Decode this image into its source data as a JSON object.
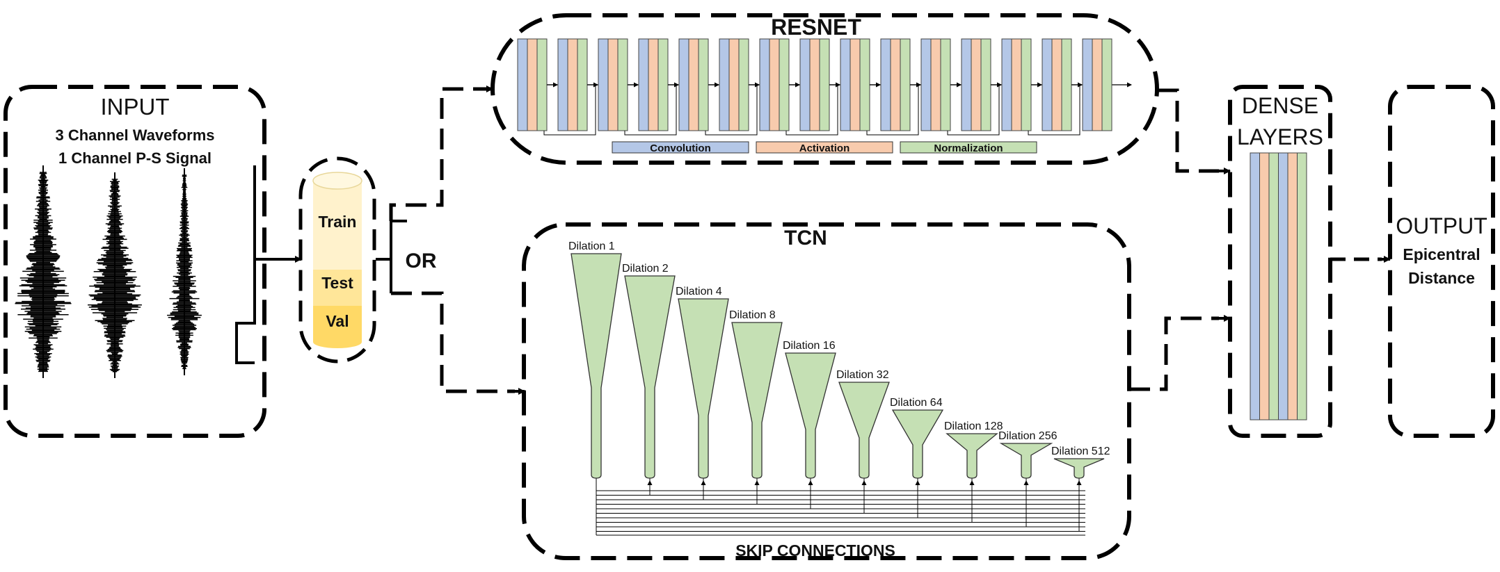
{
  "input": {
    "title": "INPUT",
    "line1": "3 Channel Waveforms",
    "line2": "1 Channel P-S Signal"
  },
  "dataset": {
    "splits": [
      "Train",
      "Test",
      "Val"
    ]
  },
  "or_label": "OR",
  "resnet": {
    "title": "RESNET",
    "block_count": 15,
    "legend": [
      "Convolution",
      "Activation",
      "Normalization"
    ]
  },
  "tcn": {
    "title": "TCN",
    "dilations": [
      "Dilation 1",
      "Dilation 2",
      "Dilation 4",
      "Dilation 8",
      "Dilation 16",
      "Dilation 32",
      "Dilation 64",
      "Dilation 128",
      "Dilation 256",
      "Dilation 512"
    ],
    "skip_label": "SKIP CONNECTIONS"
  },
  "dense": {
    "title_line1": "DENSE",
    "title_line2": "LAYERS"
  },
  "output": {
    "title": "OUTPUT",
    "line1": "Epicentral",
    "line2": "Distance"
  },
  "colors": {
    "convolution": "#b4c7e7",
    "activation": "#f8cbad",
    "normalization": "#c5e0b4",
    "train": "#fff2cc",
    "test": "#ffe699",
    "val": "#ffd966",
    "funnel": "#c5e0b4"
  }
}
